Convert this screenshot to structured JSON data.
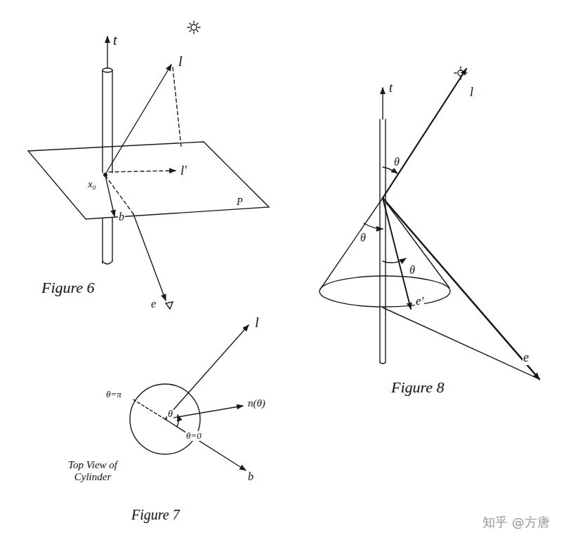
{
  "diagram": {
    "labels": [
      "t",
      "l",
      "x₀",
      "l'",
      "b",
      "P",
      "e",
      "Figure 6",
      "l",
      "θ=π",
      "θ",
      "n(θ)",
      "θ=0",
      "b",
      "Top View of Cylinder",
      "Figure 7",
      "t",
      "l",
      "θ",
      "θ",
      "θ",
      "e'",
      "e",
      "Figure 8",
      "知乎 @方唐"
    ]
  }
}
